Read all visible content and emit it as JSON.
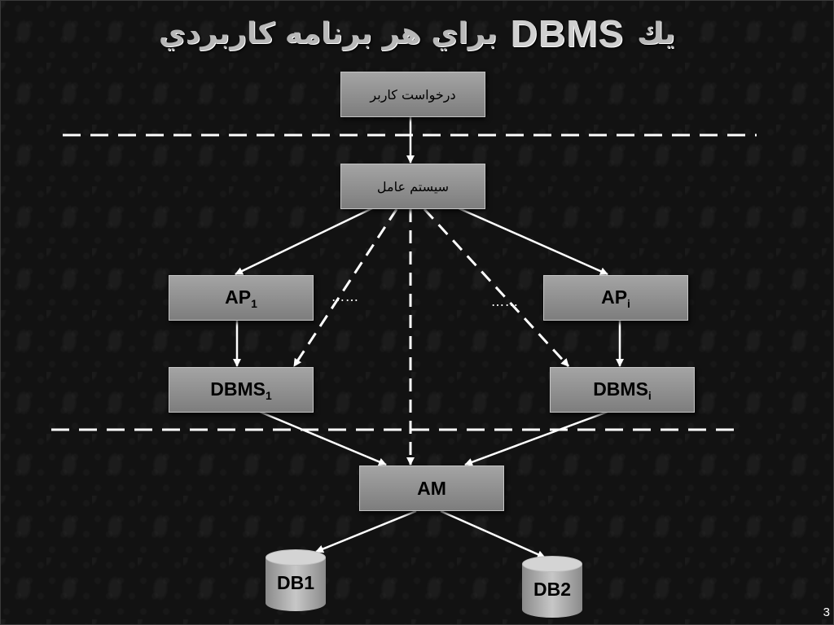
{
  "title": {
    "persian": "براي هر برنامه كاربردي",
    "acronym": "DBMS",
    "persian_prefix": "يك"
  },
  "nodes": {
    "user_request": "درخواست كاربر",
    "os": "سيستم عامل",
    "ap1": {
      "main": "AP",
      "sub": "1"
    },
    "api": {
      "main": "AP",
      "sub": "i"
    },
    "dbms1": {
      "main": "DBMS",
      "sub": "1"
    },
    "dbmsi": {
      "main": "DBMS",
      "sub": "i"
    },
    "am": "AM",
    "db1": "DB1",
    "db2": "DB2"
  },
  "ellipsis_left": "……",
  "ellipsis_right": "……",
  "page_number": "3",
  "colors": {
    "background": "#121212",
    "box": "#8c8c8c",
    "lines": "#ffffff"
  }
}
